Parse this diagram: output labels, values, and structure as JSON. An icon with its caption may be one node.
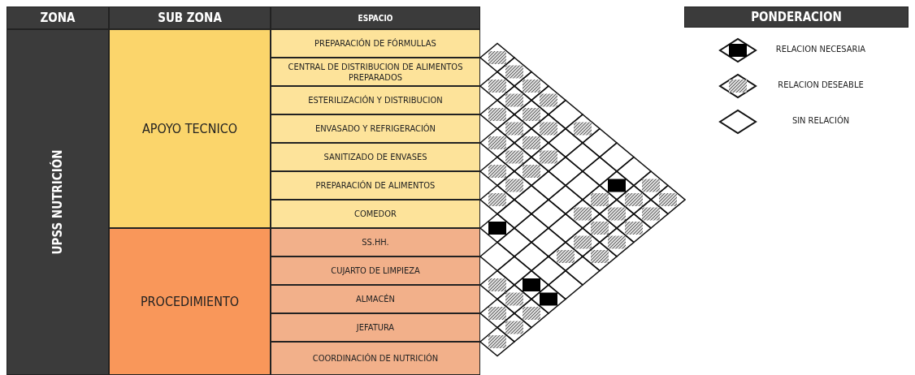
{
  "diagram": {
    "nodes": [
      {
        "text": [
          "ZONA"
        ]
      },
      {
        "text": [
          "SUB ZONA"
        ]
      },
      {
        "text": [
          "ESPACIO"
        ]
      },
      {
        "text": [
          "UPSS NUTRICIÓN"
        ]
      },
      {
        "text": [
          "APOYO TECNICO"
        ]
      },
      {
        "text": [
          "PROCEDIMIENTO"
        ]
      },
      {
        "text": [
          "PREPARACIÓN DE FÓRMULLAS"
        ]
      },
      {
        "text": [
          "CENTRAL DE DISTRIBUCION DE ALIMENTOS PREPARADOS"
        ]
      },
      {
        "text": [
          "ESTERILIZACIÓN Y DISTRIBUCION"
        ]
      },
      {
        "text": [
          "ENVASADO Y REFRIGERACIÓN"
        ]
      },
      {
        "text": [
          "SANITIZADO DE ENVASES"
        ]
      },
      {
        "text": [
          "PREPARACIÓN DE ALIMENTOS"
        ]
      },
      {
        "text": [
          "COMEDOR"
        ]
      },
      {
        "text": [
          "SS.HH."
        ]
      },
      {
        "text": [
          "CUJARTO DE LIMPIEZA"
        ]
      },
      {
        "text": [
          "ALMACÉN"
        ]
      },
      {
        "text": [
          "JEFATURA"
        ]
      },
      {
        "text": [
          "COORDINACIÓN DE NUTRICIÓN"
        ]
      },
      {
        "text": [
          "PONDERACION"
        ]
      }
    ],
    "legend": [
      {
        "text": "RELACION NECESARIA"
      },
      {
        "text": "RELACION DESEABLE"
      },
      {
        "text": "SIN RELACIÓN"
      }
    ]
  }
}
